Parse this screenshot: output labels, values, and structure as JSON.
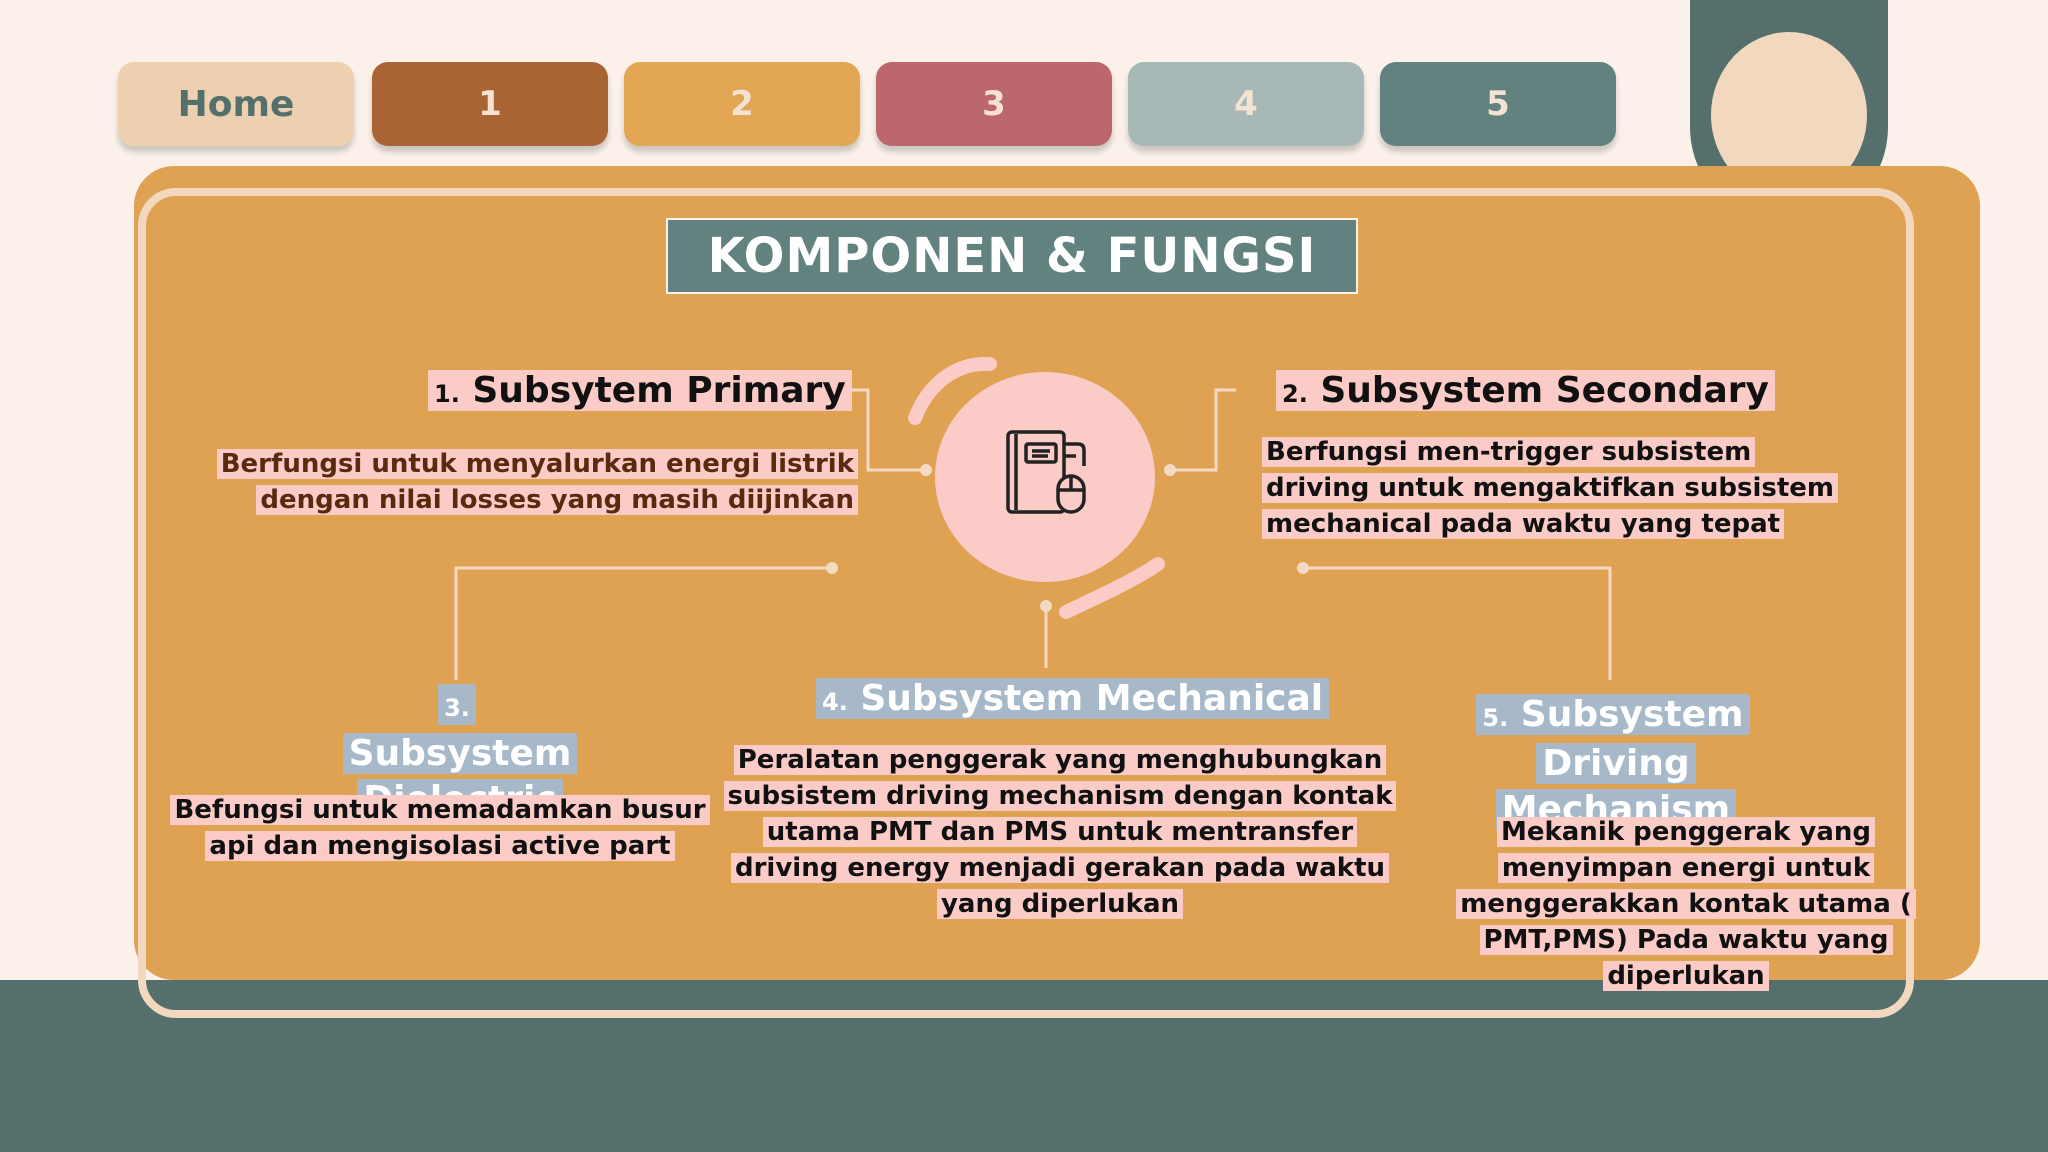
{
  "tabs": [
    {
      "label": "Home"
    },
    {
      "label": "1"
    },
    {
      "label": "2"
    },
    {
      "label": "3"
    },
    {
      "label": "4"
    },
    {
      "label": "5"
    }
  ],
  "title": "KOMPONEN & FUNGSI",
  "center_icon": "file-and-mouse-icon",
  "items": [
    {
      "number": "1.",
      "title": "Subsytem Primary",
      "desc": [
        "Berfungsi untuk menyalurkan energi listrik",
        "dengan nilai losses yang masih diijinkan"
      ]
    },
    {
      "number": "2.",
      "title": "Subsystem Secondary",
      "desc": [
        "Berfungsi men-trigger subsistem",
        "driving untuk mengaktifkan subsistem",
        "mechanical pada waktu yang tepat"
      ]
    },
    {
      "number": "3.",
      "title_lines": [
        "Subsystem",
        "Dielectric"
      ],
      "desc": [
        "Befungsi untuk memadamkan busur",
        "api dan mengisolasi active part"
      ]
    },
    {
      "number": "4.",
      "title": "Subsystem Mechanical",
      "desc": [
        "Peralatan penggerak yang menghubungkan",
        "subsistem driving mechanism dengan kontak",
        "utama PMT dan PMS untuk mentransfer",
        "driving energy menjadi gerakan pada waktu",
        "yang diperlukan"
      ]
    },
    {
      "number": "5.",
      "title_lines": [
        "Subsystem Driving",
        "Mechanism"
      ],
      "desc": [
        "Mekanik penggerak yang",
        "menyimpan energi untuk",
        "menggerakkan kontak utama (",
        "PMT,PMS) Pada waktu yang",
        "diperlukan"
      ]
    }
  ],
  "colors": {
    "background": "#FBF1EA",
    "panel": "#DFA152",
    "teal": "#55706C",
    "pink_highlight": "#FACBC7",
    "blue_highlight": "#A7B8C9"
  }
}
